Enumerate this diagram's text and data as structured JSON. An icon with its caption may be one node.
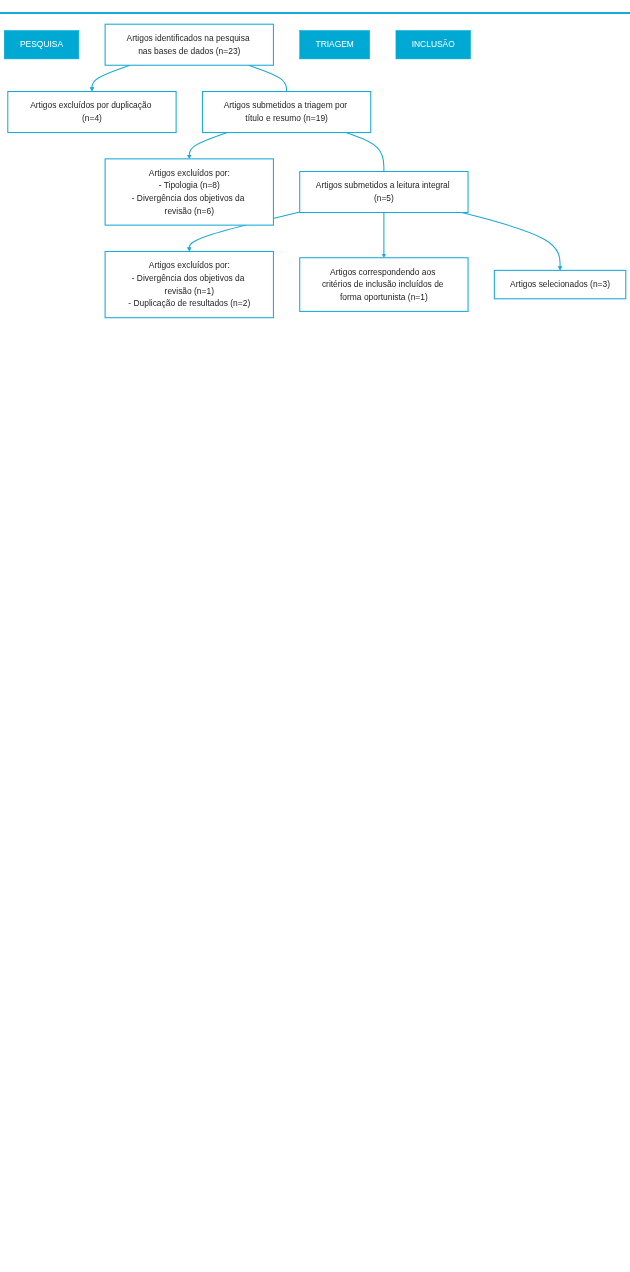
{
  "diagram": {
    "nodes": [
      {
        "text": [
          "PESQUISA"
        ]
      },
      {
        "text": [
          "Artigos identificados na pesquisa nas bases de dados (n=23)"
        ]
      },
      {
        "text": [
          "TRIAGEM"
        ]
      },
      {
        "text": [
          "Artigos excluídos por duplicação (n=4)"
        ]
      },
      {
        "text": [
          "Artigos submetidos a triagem por título e resumo (n=19)"
        ]
      },
      {
        "text": [
          "Artigos excluídos por:",
          "- Tipologia (n=8)",
          "- Divergência dos objetivos da revisão (n=6)"
        ]
      },
      {
        "text": [
          "Artigos submetidos a leitura integral (n=5)"
        ]
      },
      {
        "text": [
          "Artigos excluídos por:",
          "- Divergência dos objetivos da revisão (n=1)",
          "- Duplicação de resultados (n=2)"
        ]
      },
      {
        "text": [
          "Artigos correspondendo aos critérios de inclusão incluídos de forma oportunista (n=1)"
        ]
      },
      {
        "text": [
          "INCLUSÃO"
        ]
      },
      {
        "text": [
          "Artigos selecionados (n=3)"
        ]
      }
    ],
    "edges": [
      {
        "from": 1,
        "to": 3,
        "arrow": "to"
      },
      {
        "from": 1,
        "to": 4,
        "arrow": "none"
      },
      {
        "from": 4,
        "to": 5,
        "arrow": "to"
      },
      {
        "from": 4,
        "to": 6,
        "arrow": "none"
      },
      {
        "from": 6,
        "to": 7,
        "arrow": "to"
      },
      {
        "from": 6,
        "to": 8,
        "arrow": "to"
      },
      {
        "from": 6,
        "to": 10,
        "arrow": "to"
      }
    ]
  }
}
